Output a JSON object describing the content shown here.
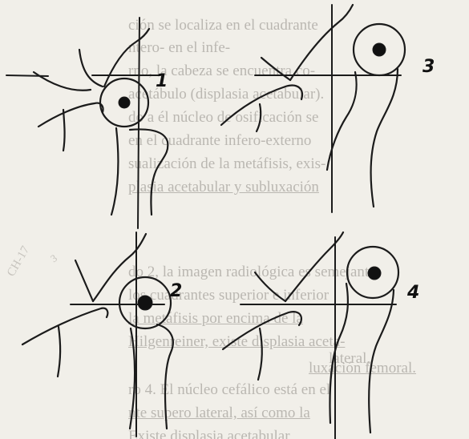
{
  "figure": {
    "panel_labels": [
      "1",
      "2",
      "3",
      "4"
    ]
  },
  "bleed_text": {
    "lines": [
      "ción se localiza en el cuadrante",
      "ntero-                         en el infe-",
      "rno, la cabeza se encuentra co-",
      "acetábulo (displasia acetabular).",
      "do a él núcleo de osificación se",
      "en el cuadrante infero-externo",
      "sualización de la metáfisis, exis-",
      "plasia acetabular y subluxación",
      "do 2, la imagen radiológica es semejante",
      "los cuadrantes superior e inferior",
      "la metáfisis por encima de la",
      "Hilgenreiner, existe displasia aceta-",
      "lateral,",
      "luxación femoral.",
      "ro 4. El núcleo cefálico está en el",
      "nte supero lateral, así como la",
      "Existe displasia acetabular"
    ]
  },
  "margin_text": [
    "CH-17",
    "3"
  ]
}
